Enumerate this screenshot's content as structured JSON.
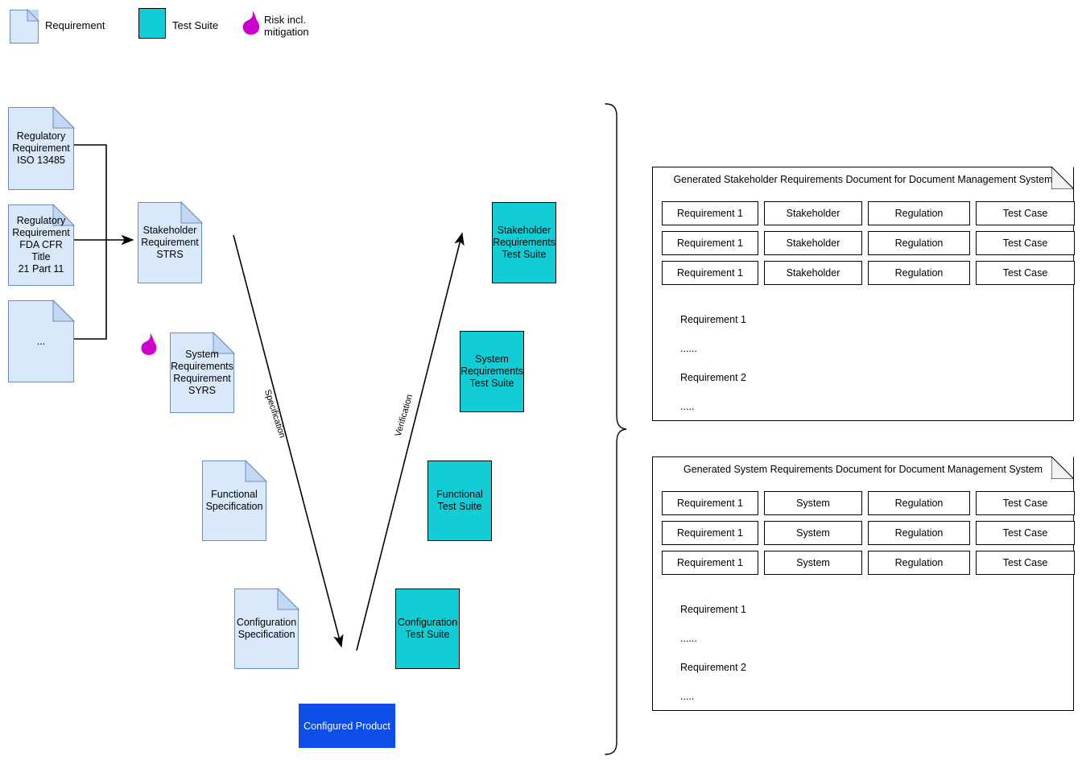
{
  "legend": {
    "items": [
      {
        "icon": "document-icon",
        "label": "Requirement"
      },
      {
        "icon": "square-icon",
        "label": "Test Suite"
      },
      {
        "icon": "flame-icon",
        "label": "Risk incl.\nmitigation"
      }
    ]
  },
  "colors": {
    "requirement_fill": "#dae8fc",
    "requirement_stroke": "#6c8ebf",
    "test_suite_fill": "#12cdd4",
    "test_suite_stroke": "#000000",
    "product_fill": "#0f4de8",
    "product_text": "#ffffff",
    "risk_icon": "#cc00cc",
    "line": "#000000"
  },
  "left_column": {
    "documents": [
      {
        "name": "regulatory-requirement-iso",
        "text": "Regulatory\nRequirement\nISO 13485"
      },
      {
        "name": "regulatory-requirement-fda",
        "text": "Regulatory\nRequirement\nFDA CFR Title\n21 Part 11"
      },
      {
        "name": "regulatory-requirement-more",
        "text": "..."
      }
    ]
  },
  "specification_side": {
    "documents": [
      {
        "name": "stakeholder-requirement-strs",
        "text": "Stakeholder\nRequirement\nSTRS"
      },
      {
        "name": "system-requirements-syrs",
        "text": "System\nRequirements\nRequirement\nSYRS"
      },
      {
        "name": "functional-specification",
        "text": "Functional\nSpecification"
      },
      {
        "name": "configuration-specification",
        "text": "Configuration\nSpecification"
      }
    ]
  },
  "verification_side": {
    "test_suites": [
      {
        "name": "stakeholder-requirements-test-suite",
        "text": "Stakeholder\nRequirements\nTest Suite"
      },
      {
        "name": "system-requirements-test-suite",
        "text": "System\nRequirements\nTest Suite"
      },
      {
        "name": "functional-test-suite",
        "text": "Functional\nTest Suite"
      },
      {
        "name": "configuration-test-suite",
        "text": "Configuration\nTest Suite"
      }
    ]
  },
  "product": {
    "label": "Configured Product"
  },
  "edge_labels": {
    "specification": "Specification",
    "verification": "Verification"
  },
  "generated_documents": [
    {
      "name": "generated-stakeholder-requirements-document",
      "title": "Generated Stakeholder Requirements Document for Document Management System",
      "rows": [
        [
          "Requirement 1",
          "Stakeholder",
          "Regulation",
          "Test Case"
        ],
        [
          "Requirement 1",
          "Stakeholder",
          "Regulation",
          "Test Case"
        ],
        [
          "Requirement 1",
          "Stakeholder",
          "Regulation",
          "Test Case"
        ]
      ],
      "body": [
        "Requirement 1",
        "......",
        "Requirement 2",
        "....."
      ]
    },
    {
      "name": "generated-system-requirements-document",
      "title": "Generated System Requirements Document for Document Management System",
      "rows": [
        [
          "Requirement 1",
          "System",
          "Regulation",
          "Test Case"
        ],
        [
          "Requirement 1",
          "System",
          "Regulation",
          "Test Case"
        ],
        [
          "Requirement 1",
          "System",
          "Regulation",
          "Test Case"
        ]
      ],
      "body": [
        "Requirement 1",
        "......",
        "Requirement 2",
        "....."
      ]
    }
  ]
}
